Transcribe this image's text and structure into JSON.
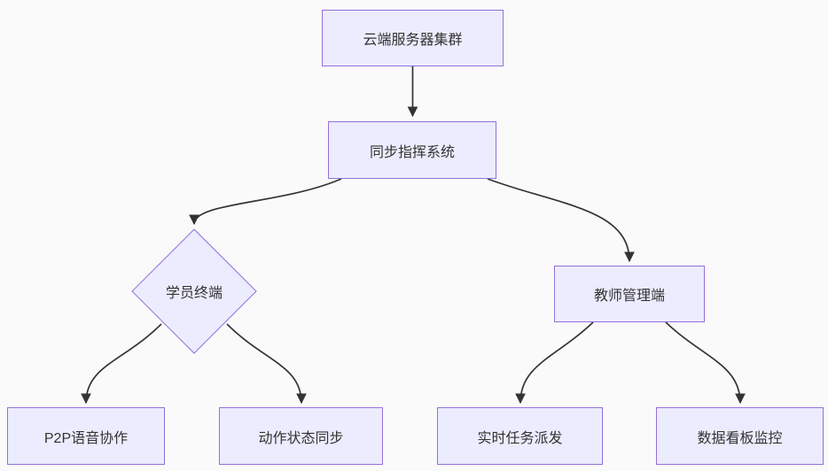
{
  "diagram": {
    "type": "flowchart",
    "direction": "top-down",
    "colors": {
      "background": "#fafafa",
      "node_fill": "#ECECFF",
      "node_border": "#9370DB",
      "edge": "#333333",
      "text": "#333333"
    },
    "nodes": [
      {
        "id": "cloud",
        "label": "云端服务器集群",
        "shape": "rect"
      },
      {
        "id": "sync",
        "label": "同步指挥系统",
        "shape": "rect"
      },
      {
        "id": "student",
        "label": "学员终端",
        "shape": "diamond"
      },
      {
        "id": "teacher",
        "label": "教师管理端",
        "shape": "rect"
      },
      {
        "id": "p2p",
        "label": "P2P语音协作",
        "shape": "rect"
      },
      {
        "id": "motion",
        "label": "动作状态同步",
        "shape": "rect"
      },
      {
        "id": "task",
        "label": "实时任务派发",
        "shape": "rect"
      },
      {
        "id": "dashboard",
        "label": "数据看板监控",
        "shape": "rect"
      }
    ],
    "edges": [
      {
        "from": "cloud",
        "to": "sync"
      },
      {
        "from": "sync",
        "to": "student"
      },
      {
        "from": "sync",
        "to": "teacher"
      },
      {
        "from": "student",
        "to": "p2p"
      },
      {
        "from": "student",
        "to": "motion"
      },
      {
        "from": "teacher",
        "to": "task"
      },
      {
        "from": "teacher",
        "to": "dashboard"
      }
    ]
  }
}
